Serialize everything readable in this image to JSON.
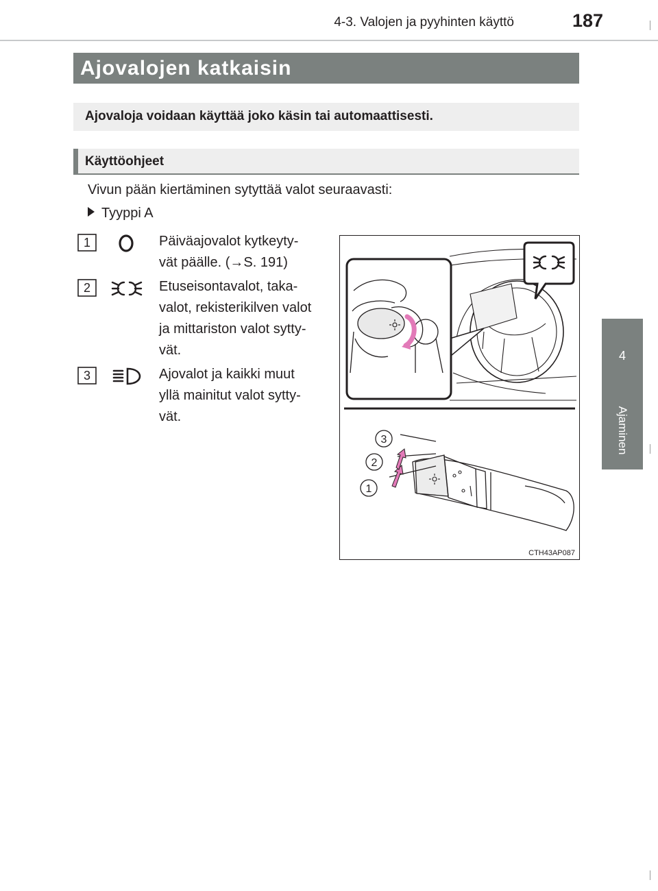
{
  "header": {
    "section": "4-3. Valojen ja pyyhinten käyttö",
    "page_number": "187"
  },
  "side_tab": {
    "chapter_number": "4",
    "chapter_title": "Ajaminen"
  },
  "title": "Ajovalojen katkaisin",
  "intro": "Ajovaloja voidaan käyttää joko käsin tai automaattisesti.",
  "subheading": "Käyttöohjeet",
  "lead_text": "Vivun pään kiertäminen sytyttää valot seuraavasti:",
  "type_label": "Tyyppi A",
  "items": [
    {
      "number": "1",
      "icon": "daytime-running-light-icon",
      "lines": [
        "Päiväajovalot kytkeyty-",
        "vät päälle. (→S. 191)"
      ]
    },
    {
      "number": "2",
      "icon": "parking-light-icon",
      "lines": [
        "Etuseisontavalot, taka-",
        "valot, rekisterikilven valot",
        "ja mittariston valot sytty-",
        "vät."
      ]
    },
    {
      "number": "3",
      "icon": "headlight-icon",
      "lines": [
        "Ajovalot ja kaikki muut",
        "yllä mainitut valot sytty-",
        "vät."
      ]
    }
  ],
  "figure": {
    "callouts": [
      "3",
      "2",
      "1"
    ],
    "code": "CTH43AP087"
  }
}
